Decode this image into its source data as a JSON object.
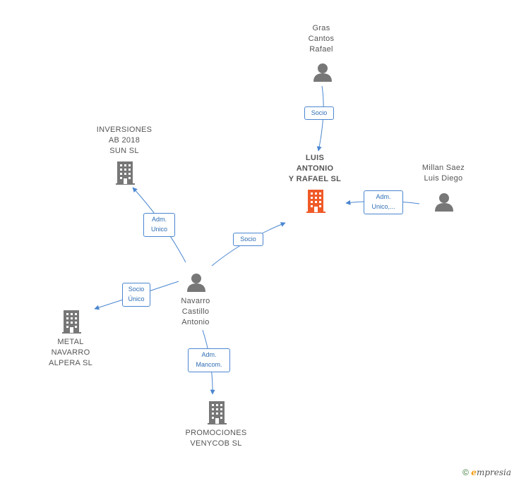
{
  "colors": {
    "edge": "#4a86d0",
    "icon_gray": "#777777",
    "icon_focus": "#f05a28"
  },
  "nodes": {
    "gras": {
      "label": "Gras\nCantos\nRafael",
      "icon": "person-icon"
    },
    "luis": {
      "label": "LUIS\nANTONIO\nY RAFAEL  SL",
      "icon": "building-icon"
    },
    "millan": {
      "label": "Millan Saez\nLuis Diego",
      "icon": "person-icon"
    },
    "inversiones": {
      "label": "INVERSIONES\nAB 2018\nSUN  SL",
      "icon": "building-icon"
    },
    "navarro": {
      "label": "Navarro\nCastillo\nAntonio",
      "icon": "person-icon"
    },
    "metal": {
      "label": "METAL\nNAVARRO\nALPERA  SL",
      "icon": "building-icon"
    },
    "promociones": {
      "label": "PROMOCIONES\nVENYCOB SL",
      "icon": "building-icon"
    }
  },
  "edges": {
    "gras_luis": "Socio",
    "millan_luis": "Adm.\nUnico,...",
    "navarro_inversiones": "Adm.\nUnico",
    "navarro_luis": "Socio",
    "navarro_metal": "Socio\nÚnico",
    "navarro_promociones": "Adm.\nMancom."
  },
  "footer": {
    "copyright": "©",
    "brand_e": "e",
    "brand_rest": "mpresia"
  }
}
